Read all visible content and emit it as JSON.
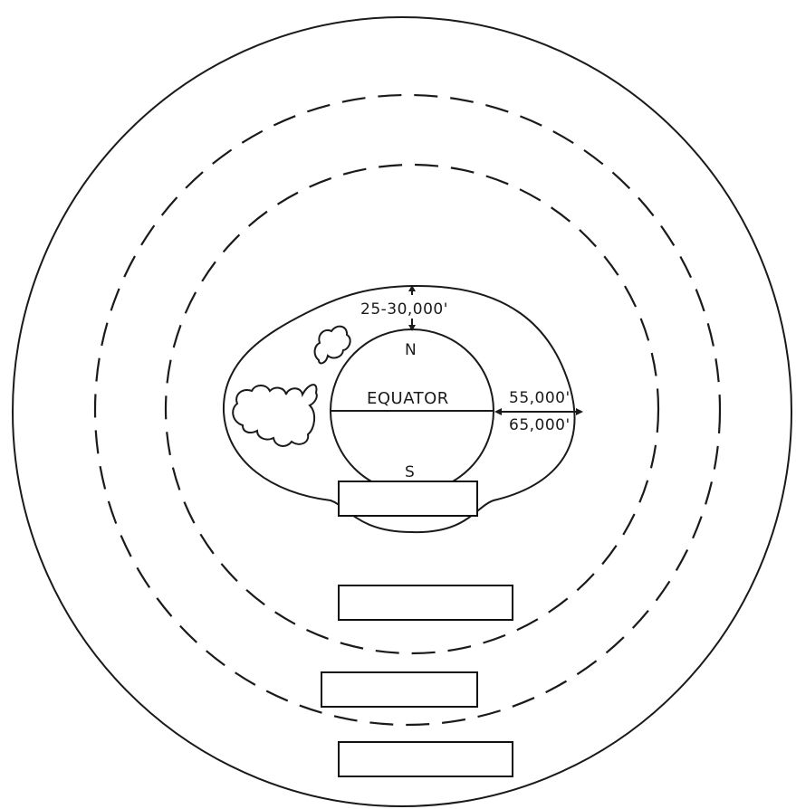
{
  "labels": {
    "north": "N",
    "south": "S",
    "equator": "EQUATOR",
    "polar_height": "25-30,000'",
    "equatorial_height_1": "55,000'",
    "equatorial_height_2": "65,000'"
  },
  "answer_boxes": [
    "",
    "",
    "",
    ""
  ],
  "colors": {
    "ink": "#1a1a1a",
    "background": "#ffffff"
  }
}
